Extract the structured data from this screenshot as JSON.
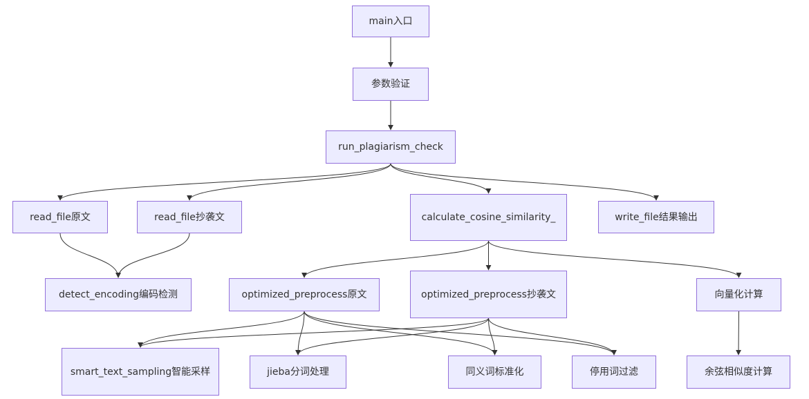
{
  "colors": {
    "node_fill": "#ECECFF",
    "node_border": "#9370DB",
    "edge": "#333333",
    "text": "#333333"
  },
  "nodes": {
    "main": "main入口",
    "validate": "参数验证",
    "run": "run_plagiarism_check",
    "read_orig": "read_file原文",
    "read_plag": "read_file抄袭文",
    "calc": "calculate_cosine_similarity_",
    "write": "write_file结果输出",
    "detect": "detect_encoding编码检测",
    "opt_orig": "optimized_preprocess原文",
    "opt_plag": "optimized_preprocess抄袭文",
    "vectorize": "向量化计算",
    "sampling": "smart_text_sampling智能采样",
    "jieba": "jieba分词处理",
    "synonym": "同义词标准化",
    "stopword": "停用词过滤",
    "cosine": "余弦相似度计算"
  },
  "edges": [
    [
      "main",
      "validate"
    ],
    [
      "validate",
      "run"
    ],
    [
      "run",
      "read_orig"
    ],
    [
      "run",
      "read_plag"
    ],
    [
      "run",
      "calc"
    ],
    [
      "run",
      "write"
    ],
    [
      "read_orig",
      "detect"
    ],
    [
      "read_plag",
      "detect"
    ],
    [
      "calc",
      "opt_orig"
    ],
    [
      "calc",
      "opt_plag"
    ],
    [
      "calc",
      "vectorize"
    ],
    [
      "opt_orig",
      "sampling"
    ],
    [
      "opt_orig",
      "jieba"
    ],
    [
      "opt_orig",
      "synonym"
    ],
    [
      "opt_orig",
      "stopword"
    ],
    [
      "opt_plag",
      "sampling"
    ],
    [
      "opt_plag",
      "jieba"
    ],
    [
      "opt_plag",
      "synonym"
    ],
    [
      "opt_plag",
      "stopword"
    ],
    [
      "vectorize",
      "cosine"
    ]
  ]
}
